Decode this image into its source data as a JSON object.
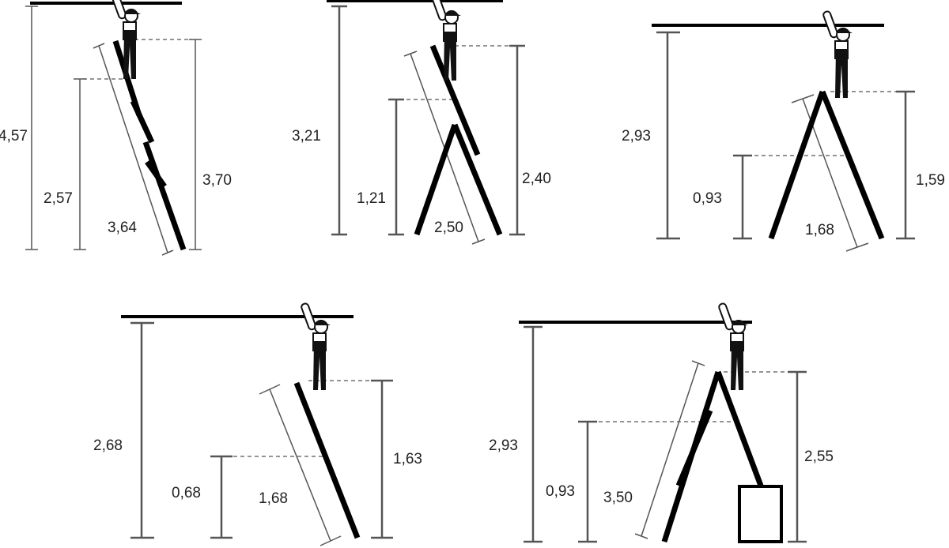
{
  "diagrams": [
    {
      "id": "single-ladder-leaning",
      "labels": {
        "reach_height": "4,57",
        "standing_height": "2,57",
        "ladder_length": "3,64",
        "support_height": "3,70"
      }
    },
    {
      "id": "combination-ladder-a-frame-extended",
      "labels": {
        "reach_height": "3,21",
        "standing_height": "1,21",
        "ladder_length": "2,50",
        "support_height": "2,40"
      }
    },
    {
      "id": "step-ladder",
      "labels": {
        "reach_height": "2,93",
        "standing_height": "0,93",
        "ladder_length": "1,68",
        "support_height": "1,59"
      }
    },
    {
      "id": "leaning-ladder-short",
      "labels": {
        "reach_height": "2,68",
        "standing_height": "0,68",
        "ladder_length": "1,68",
        "support_height": "1,63"
      }
    },
    {
      "id": "a-frame-on-box",
      "labels": {
        "reach_height": "2,93",
        "standing_height": "0,93",
        "ladder_length": "3,50",
        "support_height": "2,55"
      }
    }
  ]
}
